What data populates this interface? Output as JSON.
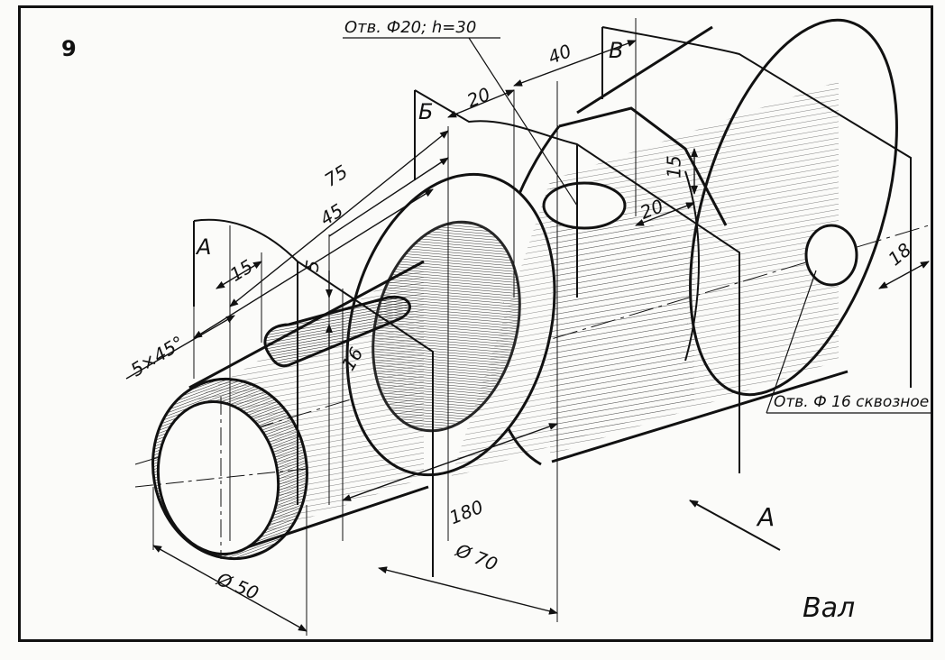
{
  "sheet": {
    "number": "9",
    "title": "Вал"
  },
  "notes": {
    "blind_hole": "Отв. Ф20; h=30",
    "through_hole": "Отв. Ф 16 сквозное"
  },
  "section_marks": {
    "a": "А",
    "b": "Б",
    "v": "В"
  },
  "view_arrow": {
    "label": "А"
  },
  "dimensions": {
    "d75": "75",
    "d45": "45",
    "d40": "40",
    "d20_top": "20",
    "d20_right": "20",
    "d15_left": "15",
    "d15_right": "15",
    "d5": "5",
    "d16": "16",
    "d18": "18",
    "d180": "180",
    "chamfer": "5×45°",
    "dia50": "Ø 50",
    "dia70": "Ø 70"
  },
  "colors": {
    "ink": "#111111",
    "paper": "#fbfbf9"
  }
}
